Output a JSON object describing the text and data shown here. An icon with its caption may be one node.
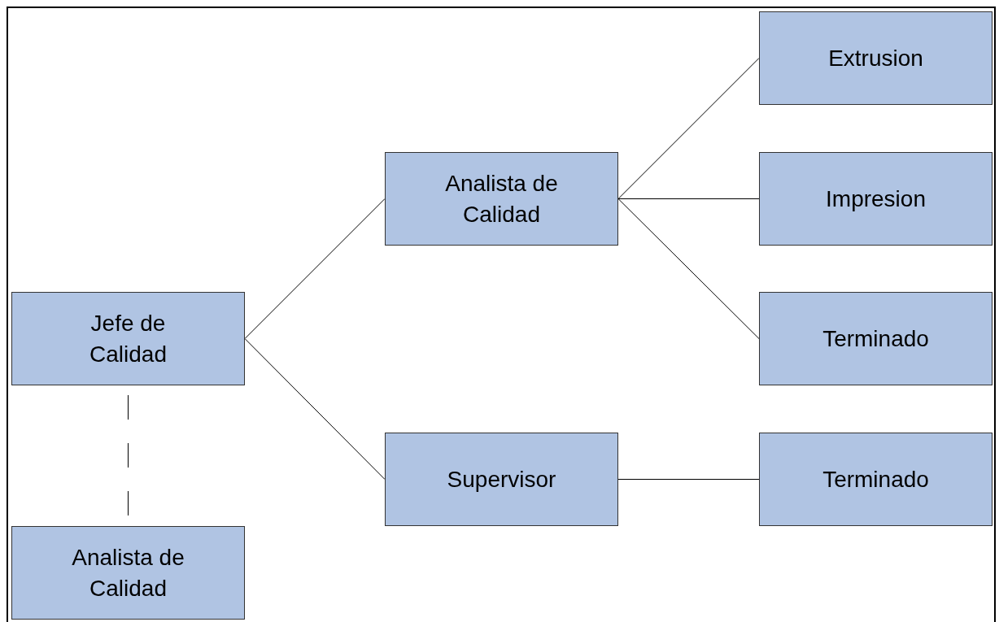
{
  "diagram": {
    "nodes": [
      {
        "text": [
          "Jefe de Calidad"
        ]
      },
      {
        "text": [
          "Analista de Calidad"
        ]
      },
      {
        "text": [
          "Supervisor"
        ]
      },
      {
        "text": [
          "Extrusion"
        ]
      },
      {
        "text": [
          "Impresion"
        ]
      },
      {
        "text": [
          "Terminado"
        ]
      },
      {
        "text": [
          "Terminado"
        ]
      },
      {
        "text": [
          "Analista de Calidad"
        ]
      }
    ],
    "edges": [
      {
        "from": 0,
        "to": 1,
        "arrow": "none"
      },
      {
        "from": 0,
        "to": 2,
        "arrow": "none"
      },
      {
        "from": 1,
        "to": 3,
        "arrow": "none"
      },
      {
        "from": 1,
        "to": 4,
        "arrow": "none"
      },
      {
        "from": 1,
        "to": 5,
        "arrow": "none"
      },
      {
        "from": 2,
        "to": 6,
        "arrow": "none"
      },
      {
        "from": 0,
        "to": 7,
        "arrow": "none",
        "style": "dashed"
      }
    ]
  }
}
